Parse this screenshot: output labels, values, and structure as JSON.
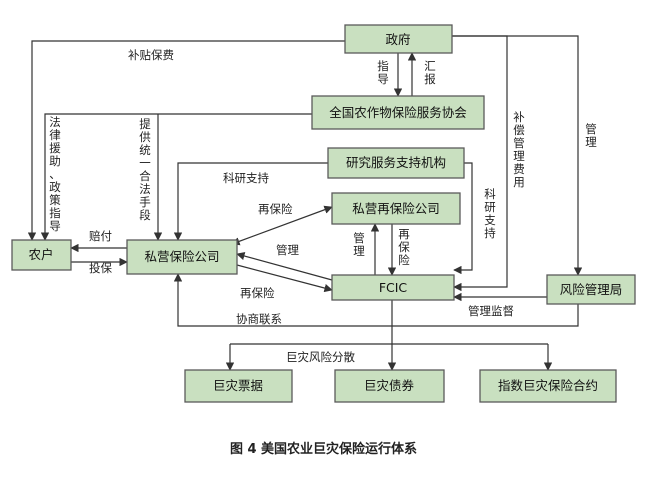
{
  "nodes": {
    "gov": "政府",
    "assoc": "全国农作物保险服务协会",
    "research": "研究服务支持机构",
    "reins": "私营再保险公司",
    "farmer": "农户",
    "priv": "私营保险公司",
    "fcic": "FCIC",
    "risk": "风险管理局",
    "bill": "巨灾票据",
    "bond": "巨灾债券",
    "index": "指数巨灾保险合约"
  },
  "edges": {
    "subsidy": "补贴保费",
    "guide": "指导",
    "report": "汇报",
    "legal": "法律援助、政策指导",
    "unified": "提供统一合法手段",
    "compensation": "补偿管理费用",
    "manage_right": "管理",
    "research_support_left": "科研支持",
    "research_support_right": "科研支持",
    "reinsurance_top": "再保险",
    "manage_mid": "管理",
    "reinsurance_bottom": "再保险",
    "manage_vert": "管理",
    "reinsurance_vert": "再保险",
    "payout": "赔付",
    "insure": "投保",
    "supervision": "管理监督",
    "coordination": "协商联系",
    "spread": "巨灾风险分散"
  },
  "caption": "图 4 美国农业巨灾保险运行体系",
  "colors": {
    "box_fill": "#c9e0c0",
    "box_stroke": "#5a5a5a",
    "line": "#333333"
  }
}
